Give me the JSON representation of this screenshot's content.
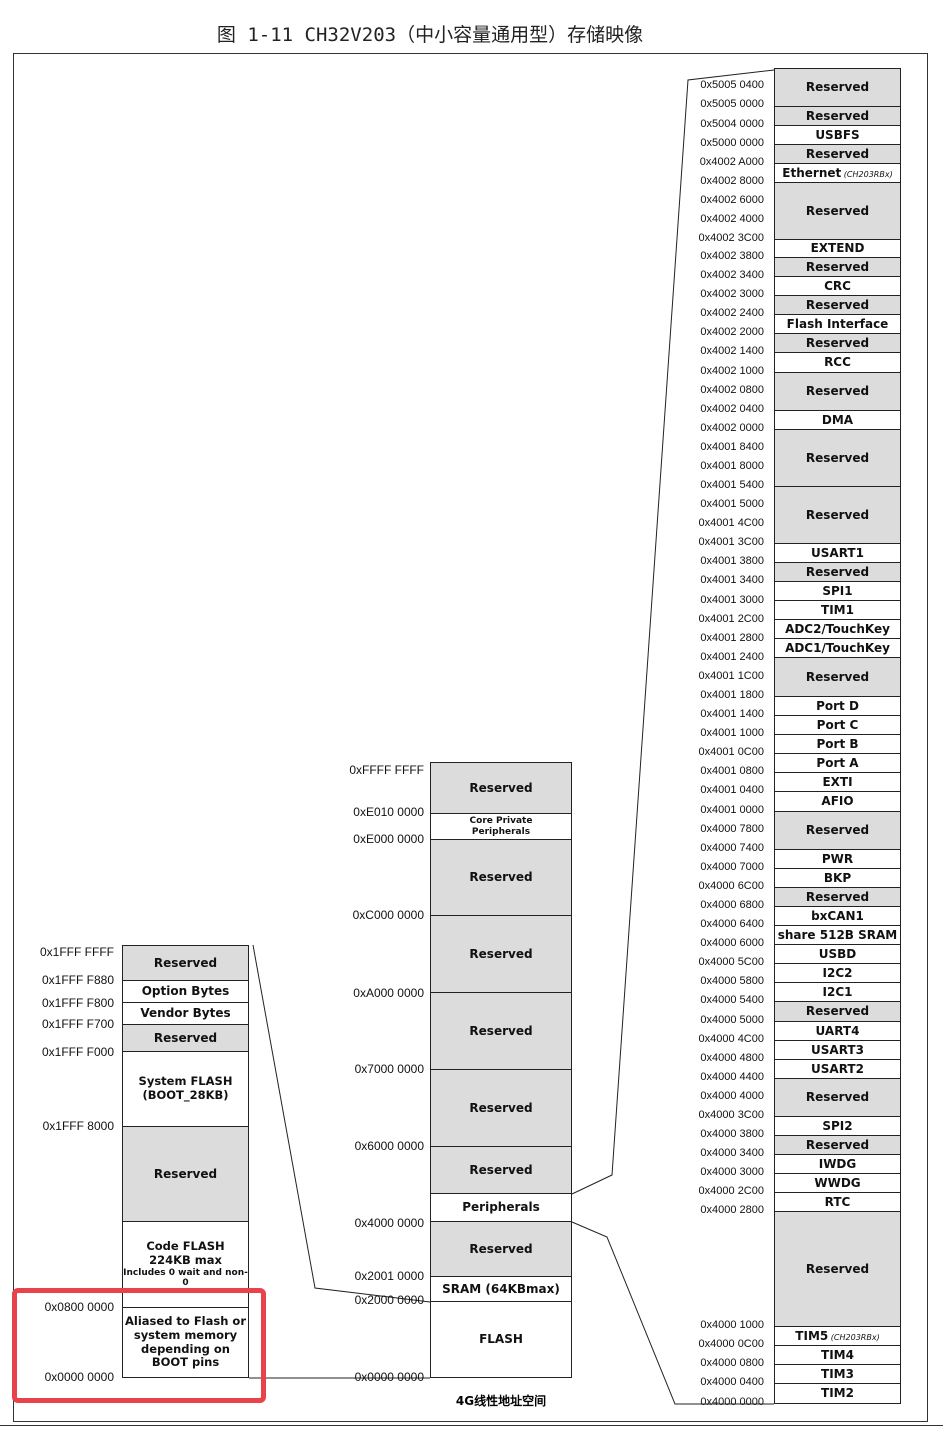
{
  "figure_title": "图 1-11 CH32V203（中小容量通用型）存储映像",
  "axis_caption": "4G线性地址空间",
  "highlight_color": "#e8424a",
  "reserved_fill": "#dcdcdc",
  "left_column": {
    "blocks": [
      {
        "label": "Reserved",
        "reserved": true
      },
      {
        "label": "Option Bytes",
        "reserved": false
      },
      {
        "label": "Vendor Bytes",
        "reserved": false
      },
      {
        "label": "Reserved",
        "reserved": true
      },
      {
        "label": "System FLASH\n(BOOT_28KB)",
        "reserved": false
      },
      {
        "label": "Reserved",
        "reserved": true
      },
      {
        "label": "Code FLASH\n224KB max",
        "note": "Includes 0 wait and non-0",
        "reserved": false
      },
      {
        "label": "Aliased to Flash or\nsystem memory\ndepending on\nBOOT pins",
        "reserved": false
      }
    ],
    "addresses": [
      "0x1FFF FFFF",
      "0x1FFF F880",
      "0x1FFF F800",
      "0x1FFF F700",
      "0x1FFF F000",
      "0x1FFF 8000",
      "0x0800 0000",
      "0x0000 0000"
    ]
  },
  "middle_column": {
    "blocks": [
      {
        "label": "Reserved",
        "reserved": true
      },
      {
        "label": "Core Private\nPeripherals",
        "reserved": false
      },
      {
        "label": "Reserved",
        "reserved": true
      },
      {
        "label": "Reserved",
        "reserved": true
      },
      {
        "label": "Reserved",
        "reserved": true
      },
      {
        "label": "Reserved",
        "reserved": true
      },
      {
        "label": "Reserved",
        "reserved": true
      },
      {
        "label": "Peripherals",
        "reserved": false
      },
      {
        "label": "Reserved",
        "reserved": true
      },
      {
        "label": "SRAM (64KBmax)",
        "reserved": false
      },
      {
        "label": "FLASH",
        "reserved": false
      }
    ],
    "addresses": [
      "0xFFFF FFFF",
      "0xE010 0000",
      "0xE000 0000",
      "0xC000 0000",
      "0xA000 0000",
      "0x7000 0000",
      "0x6000 0000",
      "0x4000 0000",
      "0x2001 0000",
      "0x2000 0000",
      "0x0000 0000"
    ]
  },
  "right_column": {
    "blocks": [
      {
        "label": "Reserved",
        "reserved": true
      },
      {
        "label": "Reserved",
        "reserved": true
      },
      {
        "label": "USBFS",
        "reserved": false
      },
      {
        "label": "Reserved",
        "reserved": true
      },
      {
        "label": "Ethernet",
        "sub": "(CH203RBx)",
        "reserved": false
      },
      {
        "label": "Reserved",
        "reserved": true
      },
      {
        "label": "EXTEND",
        "reserved": false
      },
      {
        "label": "Reserved",
        "reserved": true
      },
      {
        "label": "CRC",
        "reserved": false
      },
      {
        "label": "Reserved",
        "reserved": true
      },
      {
        "label": "Flash Interface",
        "reserved": false
      },
      {
        "label": "Reserved",
        "reserved": true
      },
      {
        "label": "RCC",
        "reserved": false
      },
      {
        "label": "Reserved",
        "reserved": true
      },
      {
        "label": "DMA",
        "reserved": false
      },
      {
        "label": "Reserved",
        "reserved": true
      },
      {
        "label": "Reserved",
        "reserved": true
      },
      {
        "label": "USART1",
        "reserved": false
      },
      {
        "label": "Reserved",
        "reserved": true
      },
      {
        "label": "SPI1",
        "reserved": false
      },
      {
        "label": "TIM1",
        "reserved": false
      },
      {
        "label": "ADC2/TouchKey",
        "reserved": false
      },
      {
        "label": "ADC1/TouchKey",
        "reserved": false
      },
      {
        "label": "Reserved",
        "reserved": true
      },
      {
        "label": "Port D",
        "reserved": false
      },
      {
        "label": "Port C",
        "reserved": false
      },
      {
        "label": "Port B",
        "reserved": false
      },
      {
        "label": "Port A",
        "reserved": false
      },
      {
        "label": "EXTI",
        "reserved": false
      },
      {
        "label": "AFIO",
        "reserved": false
      },
      {
        "label": "Reserved",
        "reserved": true
      },
      {
        "label": "PWR",
        "reserved": false
      },
      {
        "label": "BKP",
        "reserved": false
      },
      {
        "label": "Reserved",
        "reserved": true
      },
      {
        "label": "bxCAN1",
        "reserved": false
      },
      {
        "label": "share 512B SRAM",
        "reserved": false
      },
      {
        "label": "USBD",
        "reserved": false
      },
      {
        "label": "I2C2",
        "reserved": false
      },
      {
        "label": "I2C1",
        "reserved": false
      },
      {
        "label": "Reserved",
        "reserved": true
      },
      {
        "label": "UART4",
        "reserved": false
      },
      {
        "label": "USART3",
        "reserved": false
      },
      {
        "label": "USART2",
        "reserved": false
      },
      {
        "label": "Reserved",
        "reserved": true
      },
      {
        "label": "SPI2",
        "reserved": false
      },
      {
        "label": "Reserved",
        "reserved": true
      },
      {
        "label": "IWDG",
        "reserved": false
      },
      {
        "label": "WWDG",
        "reserved": false
      },
      {
        "label": "RTC",
        "reserved": false
      },
      {
        "label": "Reserved",
        "reserved": true
      },
      {
        "label": "TIM5",
        "sub": "(CH203RBx)",
        "reserved": false
      },
      {
        "label": "TIM4",
        "reserved": false
      },
      {
        "label": "TIM3",
        "reserved": false
      },
      {
        "label": "TIM2",
        "reserved": false
      }
    ],
    "addresses": [
      "0x5005 0400",
      "0x5005 0000",
      "0x5004 0000",
      "0x5000 0000",
      "0x4002 A000",
      "0x4002 8000",
      "0x4002 6000",
      "0x4002 4000",
      "0x4002 3C00",
      "0x4002 3800",
      "0x4002 3400",
      "0x4002 3000",
      "0x4002 2400",
      "0x4002 2000",
      "0x4002 1400",
      "0x4002 1000",
      "0x4002 0800",
      "0x4002 0400",
      "0x4002 0000",
      "0x4001 8400",
      "0x4001 8000",
      "0x4001 5400",
      "0x4001 5000",
      "0x4001 4C00",
      "0x4001 3C00",
      "0x4001 3800",
      "0x4001 3400",
      "0x4001 3000",
      "0x4001 2C00",
      "0x4001 2800",
      "0x4001 2400",
      "0x4001 1C00",
      "0x4001 1800",
      "0x4001 1400",
      "0x4001 1000",
      "0x4001 0C00",
      "0x4001 0800",
      "0x4001 0400",
      "0x4001 0000",
      "0x4000 7800",
      "0x4000 7400",
      "0x4000 7000",
      "0x4000 6C00",
      "0x4000 6800",
      "0x4000 6400",
      "0x4000 6000",
      "0x4000 5C00",
      "0x4000 5800",
      "0x4000 5400",
      "0x4000 5000",
      "0x4000 4C00",
      "0x4000 4800",
      "0x4000 4400",
      "0x4000 4000",
      "0x4000 3C00",
      "0x4000 3800",
      "0x4000 3400",
      "0x4000 3000",
      "0x4000 2C00",
      "0x4000 2800",
      "0x4000 1000",
      "0x4000 0C00",
      "0x4000 0800",
      "0x4000 0400",
      "0x4000 0000"
    ]
  }
}
